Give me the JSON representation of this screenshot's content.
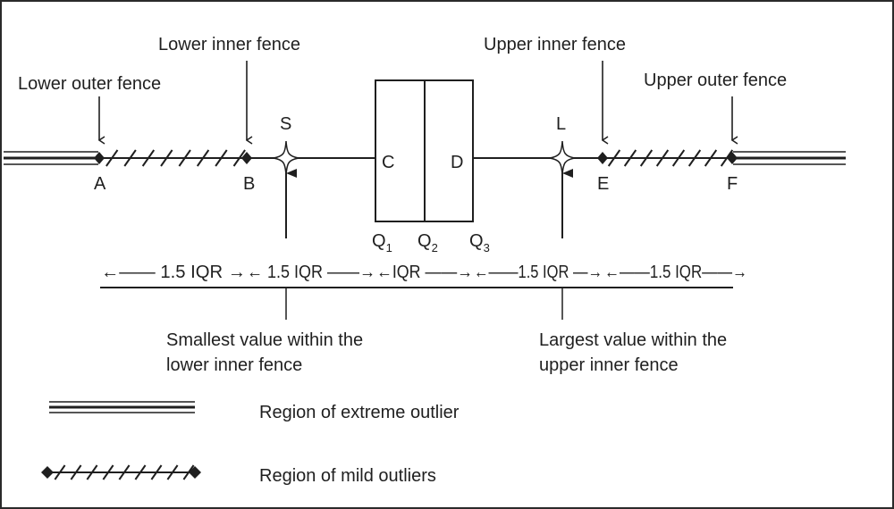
{
  "fences": {
    "lower_outer": "Lower outer fence",
    "lower_inner": "Lower inner fence",
    "upper_inner": "Upper inner fence",
    "upper_outer": "Upper outer fence"
  },
  "points": {
    "A": "A",
    "B": "B",
    "S": "S",
    "C": "C",
    "D": "D",
    "L": "L",
    "E": "E",
    "F": "F"
  },
  "quartiles": [
    {
      "base": "Q",
      "sub": "1"
    },
    {
      "base": "Q",
      "sub": "2"
    },
    {
      "base": "Q",
      "sub": "3"
    }
  ],
  "spans": [
    "←—— 1.5 IQR →",
    "← 1.5 IQR ——→",
    "←IQR ——→",
    "←——1.5 IQR —→",
    "←——1.5 IQR——→"
  ],
  "annotations": {
    "smallest_line1": "Smallest value within the",
    "smallest_line2": "lower inner fence",
    "largest_line1": "Largest value within the",
    "largest_line2": "upper inner fence"
  },
  "legend": {
    "extreme": "Region of extreme outlier",
    "mild": "Region of mild outliers"
  },
  "colors": {
    "ink": "#1f1f1f",
    "background": "#ffffff"
  }
}
